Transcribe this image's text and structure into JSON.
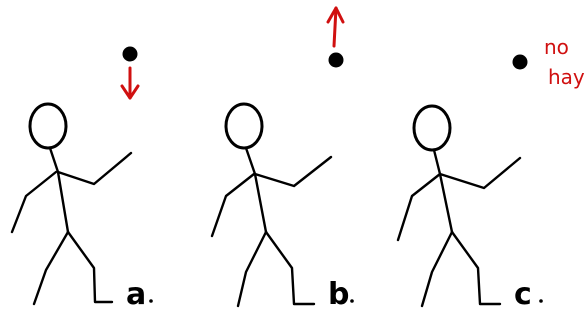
{
  "panels": [
    {
      "label": "a",
      "ball_arrow": "down"
    },
    {
      "label": "b",
      "ball_arrow": "up"
    },
    {
      "label": "c",
      "ball_arrow": "none",
      "note_lines": [
        "no",
        "hay"
      ]
    }
  ],
  "colors": {
    "ink": "#000000",
    "accent": "#d01010",
    "background": "#ffffff"
  }
}
